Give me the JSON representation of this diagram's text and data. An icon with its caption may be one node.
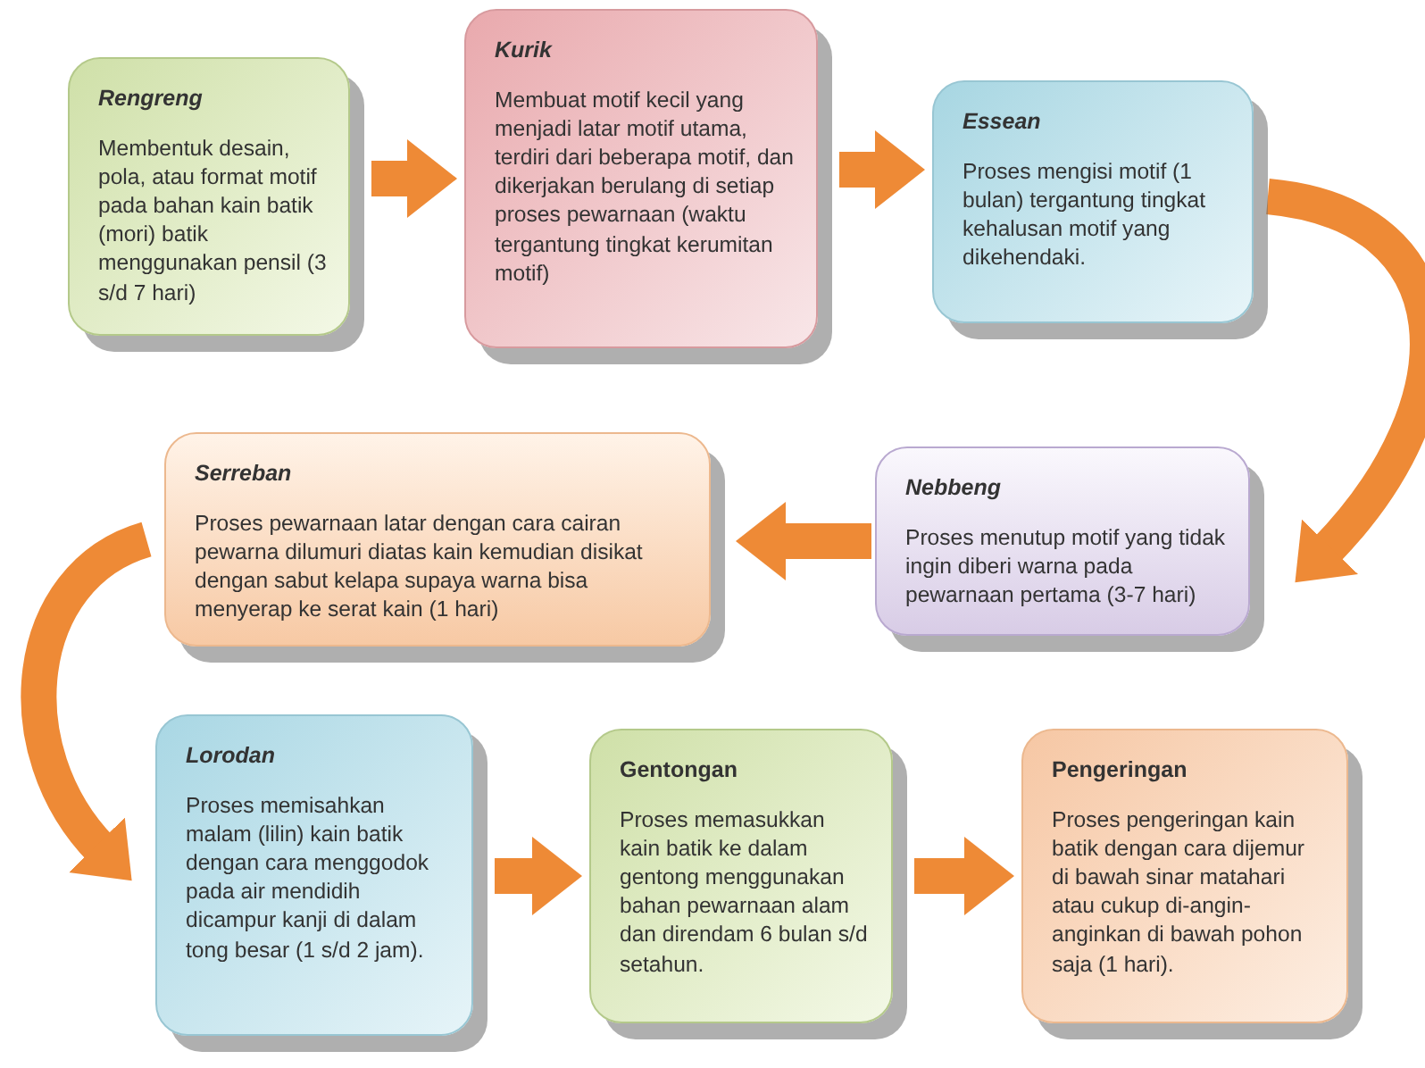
{
  "diagram": {
    "nodes": [
      {
        "text": [
          "Rengreng",
          "Membentuk desain, pola, atau format motif pada bahan kain batik (mori) batik menggunakan pensil (3 s/d 7 hari)"
        ]
      },
      {
        "text": [
          "Kurik",
          "Membuat motif kecil yang menjadi latar motif utama, terdiri dari beberapa motif, dan dikerjakan berulang di setiap proses pewarnaan (waktu tergantung tingkat kerumitan motif)"
        ]
      },
      {
        "text": [
          "Essean",
          "Proses mengisi motif (1 bulan) tergantung tingkat kehalusan motif yang dikehendaki."
        ]
      },
      {
        "text": [
          "Nebbeng",
          "Proses menutup motif yang tidak ingin diberi warna pada pewarnaan pertama (3-7 hari)"
        ]
      },
      {
        "text": [
          "Serreban",
          "Proses pewarnaan latar dengan cara cairan pewarna dilumuri diatas kain kemudian disikat dengan sabut kelapa supaya warna bisa menyerap ke serat kain (1 hari)"
        ]
      },
      {
        "text": [
          "Lorodan",
          "Proses memisahkan malam (lilin) kain batik dengan cara menggodok pada air mendidih dicampur kanji di dalam tong besar (1 s/d 2 jam)."
        ]
      },
      {
        "text": [
          "Gentongan",
          "Proses memasukkan kain batik ke dalam gentong menggunakan bahan pewarnaan alam dan direndam 6 bulan s/d setahun."
        ]
      },
      {
        "text": [
          "Pengeringan",
          "Proses pengeringan kain batik dengan cara dijemur di bawah sinar matahari atau cukup di-angin-anginkan di bawah pohon saja (1 hari)."
        ]
      }
    ],
    "edges": [
      {
        "from": 0,
        "to": 1,
        "arrow": "to"
      },
      {
        "from": 1,
        "to": 2,
        "arrow": "to"
      },
      {
        "from": 2,
        "to": 3,
        "arrow": "to"
      },
      {
        "from": 3,
        "to": 4,
        "arrow": "to"
      },
      {
        "from": 4,
        "to": 5,
        "arrow": "to"
      },
      {
        "from": 5,
        "to": 6,
        "arrow": "to"
      },
      {
        "from": 6,
        "to": 7,
        "arrow": "to"
      }
    ]
  }
}
